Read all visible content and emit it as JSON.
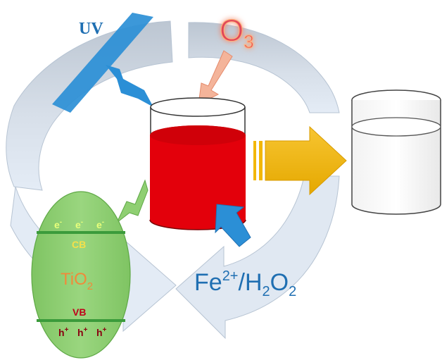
{
  "labels": {
    "uv": "UV",
    "ozone_main": "O",
    "ozone_sub": "3",
    "fenton_fe": "Fe",
    "fenton_charge": "2+",
    "fenton_slash": "/H",
    "fenton_h_sub": "2",
    "fenton_o": "O",
    "fenton_o_sub": "2",
    "electron": "e",
    "electron_sup": "-",
    "hole": "h",
    "hole_sup": "+",
    "cb": "CB",
    "vb": "VB",
    "tio2_main": "TiO",
    "tio2_sub": "2"
  },
  "colors": {
    "cycle_arrow": "#c9d2dd",
    "cycle_arrow_edge": "#b5c3d4",
    "uv_beam": "#2b8fd6",
    "uv_text": "#1f6fb2",
    "ozone": "#e0475a",
    "ozone_glow": "#ffb07a",
    "ozone_arrow": "#f4b49a",
    "reactor_liquid": "#e3000b",
    "outflow_arrow": "#f2b705",
    "fenton_text": "#1f6fb2",
    "fenton_arrow": "#2b8fd6",
    "catalyst_fill": "#8fcf72",
    "band_line": "#3b9b3b",
    "electron_text": "#e8ff7a",
    "cb_text": "#f5e04a",
    "tio2_text": "#f08a3a",
    "vb_text": "#c0001a",
    "hole_text": "#8a0010"
  }
}
